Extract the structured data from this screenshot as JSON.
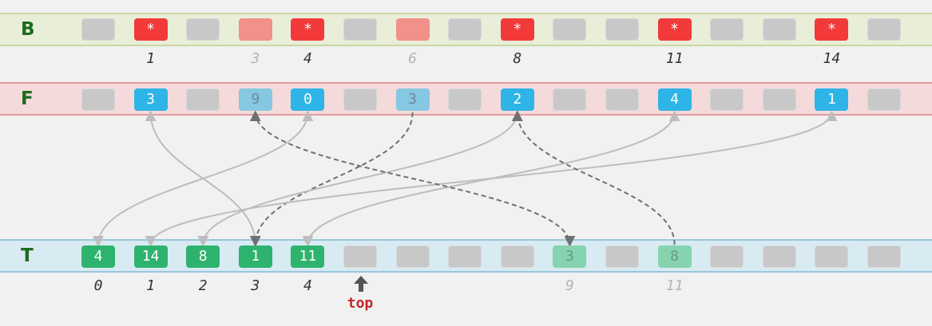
{
  "rows": [
    {
      "label": "B",
      "cells": [
        {
          "t": "",
          "s": "grey"
        },
        {
          "t": "*",
          "s": "red"
        },
        {
          "t": "",
          "s": "grey"
        },
        {
          "t": "",
          "s": "pink"
        },
        {
          "t": "*",
          "s": "red"
        },
        {
          "t": "",
          "s": "grey"
        },
        {
          "t": "",
          "s": "pink"
        },
        {
          "t": "",
          "s": "grey"
        },
        {
          "t": "*",
          "s": "red"
        },
        {
          "t": "",
          "s": "grey"
        },
        {
          "t": "",
          "s": "grey"
        },
        {
          "t": "*",
          "s": "red"
        },
        {
          "t": "",
          "s": "grey"
        },
        {
          "t": "",
          "s": "grey"
        },
        {
          "t": "*",
          "s": "red"
        },
        {
          "t": "",
          "s": "grey"
        }
      ]
    },
    {
      "label": "F",
      "cells": [
        {
          "t": "",
          "s": "grey"
        },
        {
          "t": "3",
          "s": "blue"
        },
        {
          "t": "",
          "s": "grey"
        },
        {
          "t": "9",
          "s": "lightblue"
        },
        {
          "t": "0",
          "s": "blue"
        },
        {
          "t": "",
          "s": "grey"
        },
        {
          "t": "3",
          "s": "lightblue"
        },
        {
          "t": "",
          "s": "grey"
        },
        {
          "t": "2",
          "s": "blue"
        },
        {
          "t": "",
          "s": "grey"
        },
        {
          "t": "",
          "s": "grey"
        },
        {
          "t": "4",
          "s": "blue"
        },
        {
          "t": "",
          "s": "grey"
        },
        {
          "t": "",
          "s": "grey"
        },
        {
          "t": "1",
          "s": "blue"
        },
        {
          "t": "",
          "s": "grey"
        }
      ]
    },
    {
      "label": "T",
      "cells": [
        {
          "t": "4",
          "s": "green"
        },
        {
          "t": "14",
          "s": "green"
        },
        {
          "t": "8",
          "s": "green"
        },
        {
          "t": "1",
          "s": "green"
        },
        {
          "t": "11",
          "s": "green"
        },
        {
          "t": "",
          "s": "grey"
        },
        {
          "t": "",
          "s": "grey"
        },
        {
          "t": "",
          "s": "grey"
        },
        {
          "t": "",
          "s": "grey"
        },
        {
          "t": "3",
          "s": "lightgreen"
        },
        {
          "t": "",
          "s": "grey"
        },
        {
          "t": "8",
          "s": "lightgreen"
        },
        {
          "t": "",
          "s": "grey"
        },
        {
          "t": "",
          "s": "grey"
        },
        {
          "t": "",
          "s": "grey"
        },
        {
          "t": "",
          "s": "grey"
        }
      ]
    }
  ],
  "b_indices": [
    {
      "col": 1,
      "t": "1",
      "faded": false
    },
    {
      "col": 3,
      "t": "3",
      "faded": true
    },
    {
      "col": 4,
      "t": "4",
      "faded": false
    },
    {
      "col": 6,
      "t": "6",
      "faded": true
    },
    {
      "col": 8,
      "t": "8",
      "faded": false
    },
    {
      "col": 11,
      "t": "11",
      "faded": false
    },
    {
      "col": 14,
      "t": "14",
      "faded": false
    }
  ],
  "t_indices": [
    {
      "col": 0,
      "t": "0",
      "faded": false
    },
    {
      "col": 1,
      "t": "1",
      "faded": false
    },
    {
      "col": 2,
      "t": "2",
      "faded": false
    },
    {
      "col": 3,
      "t": "3",
      "faded": false
    },
    {
      "col": 4,
      "t": "4",
      "faded": false
    },
    {
      "col": 9,
      "t": "9",
      "faded": true
    },
    {
      "col": 11,
      "t": "11",
      "faded": true
    }
  ],
  "top_pointer": {
    "label": "top",
    "col": 5
  },
  "arrows": [
    {
      "from": "F1",
      "to": "T3",
      "dashed": false,
      "both": true
    },
    {
      "from": "F4",
      "to": "T0",
      "dashed": false,
      "both": true
    },
    {
      "from": "F6",
      "to": "T3",
      "dashed": true,
      "both": false
    },
    {
      "from": "F8",
      "to": "T2",
      "dashed": false,
      "both": true
    },
    {
      "from": "F11",
      "to": "T4",
      "dashed": false,
      "both": true
    },
    {
      "from": "F14",
      "to": "T1",
      "dashed": false,
      "both": true
    },
    {
      "from": "F3",
      "to": "T9",
      "dashed": true,
      "both": true
    },
    {
      "from": "T11",
      "to": "F8",
      "dashed": true,
      "both": false
    }
  ],
  "colors": {
    "solid_arrow": "#bdbdbd",
    "dashed_arrow": "#707070",
    "pointer": "#555555"
  }
}
